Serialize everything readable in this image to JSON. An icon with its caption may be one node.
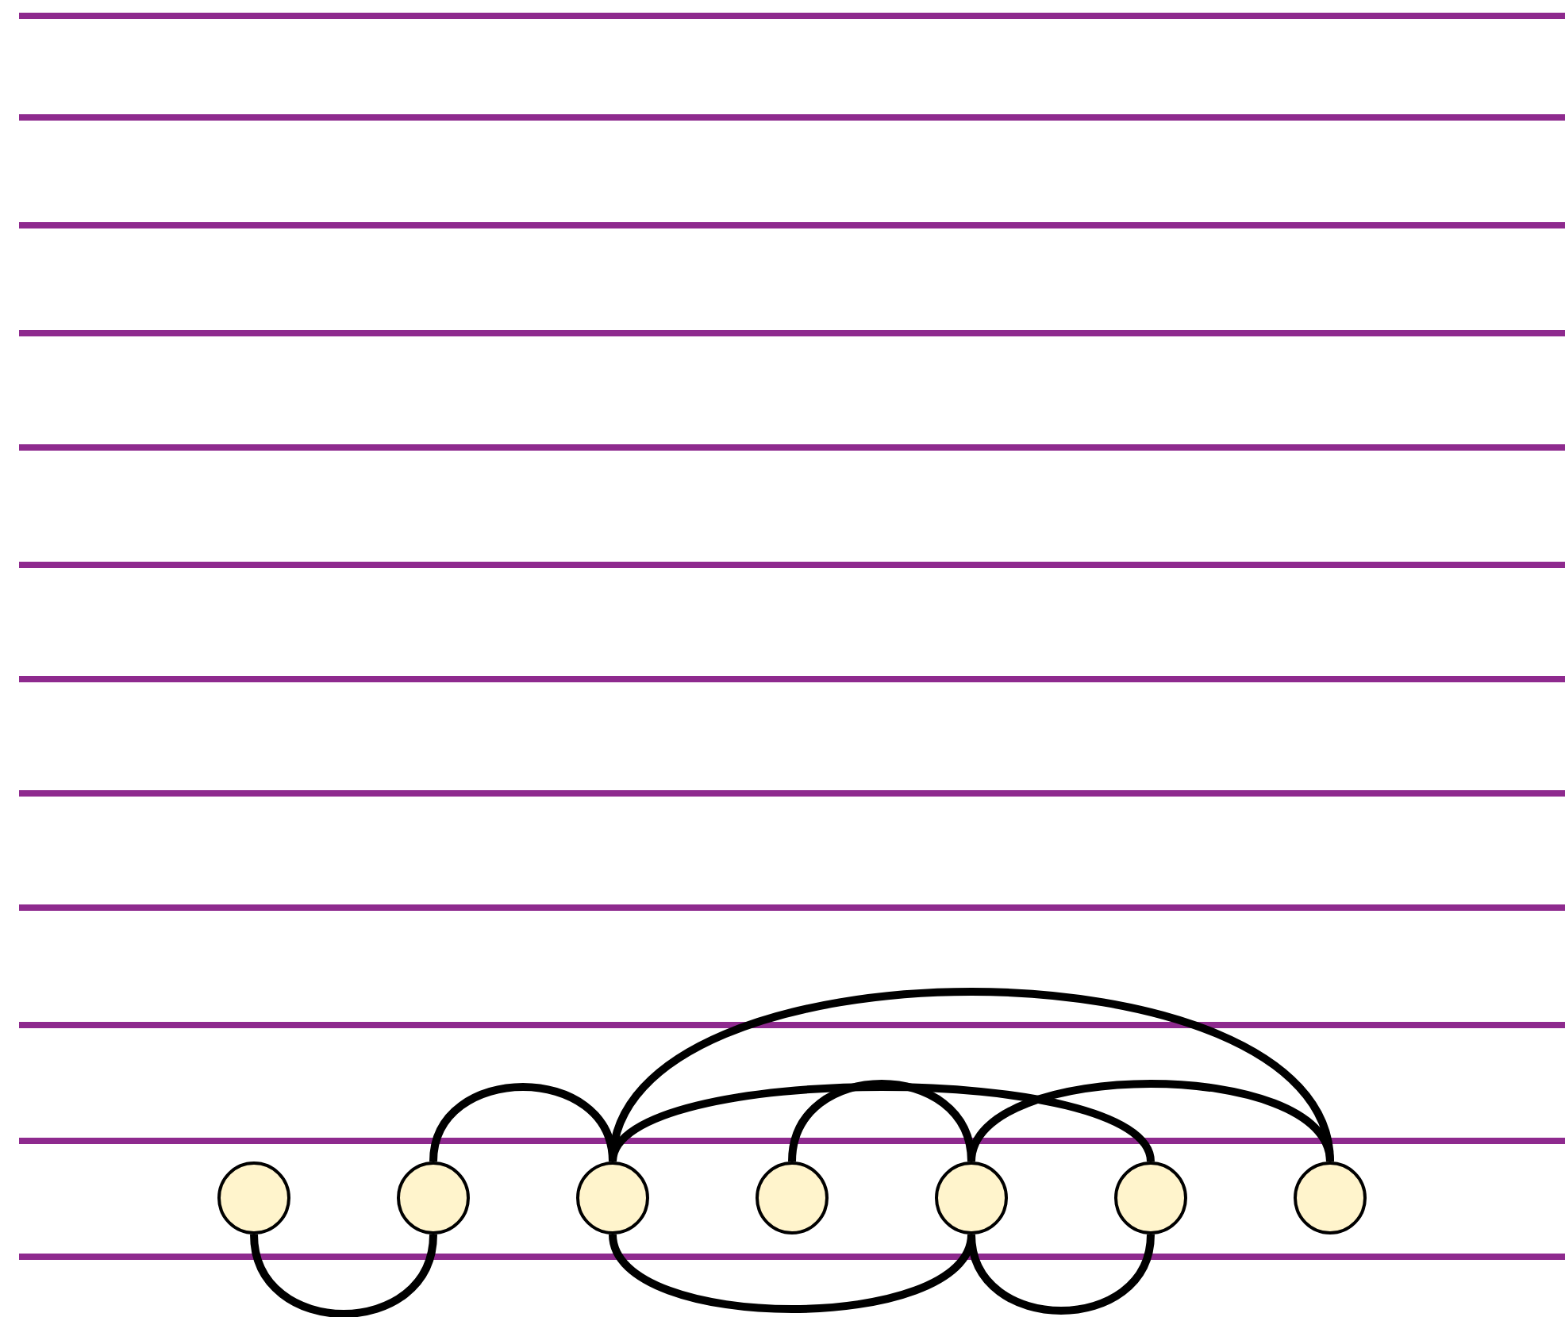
{
  "diagram": {
    "nodes": [
      {
        "text": [],
        "shape": "circle"
      },
      {
        "text": [],
        "shape": "circle"
      },
      {
        "text": [],
        "shape": "circle"
      },
      {
        "text": [],
        "shape": "circle"
      },
      {
        "text": [],
        "shape": "circle"
      },
      {
        "text": [],
        "shape": "circle"
      },
      {
        "text": [],
        "shape": "circle"
      }
    ],
    "edges": [
      {
        "from": 0,
        "to": 1,
        "arrow": "none"
      },
      {
        "from": 1,
        "to": 2,
        "arrow": "none"
      },
      {
        "from": 2,
        "to": 4,
        "arrow": "none"
      },
      {
        "from": 2,
        "to": 5,
        "arrow": "none"
      },
      {
        "from": 2,
        "to": 6,
        "arrow": "none"
      },
      {
        "from": 3,
        "to": 4,
        "arrow": "none"
      },
      {
        "from": 4,
        "to": 6,
        "arrow": "none"
      },
      {
        "from": 4,
        "to": 5,
        "arrow": "none"
      }
    ]
  }
}
